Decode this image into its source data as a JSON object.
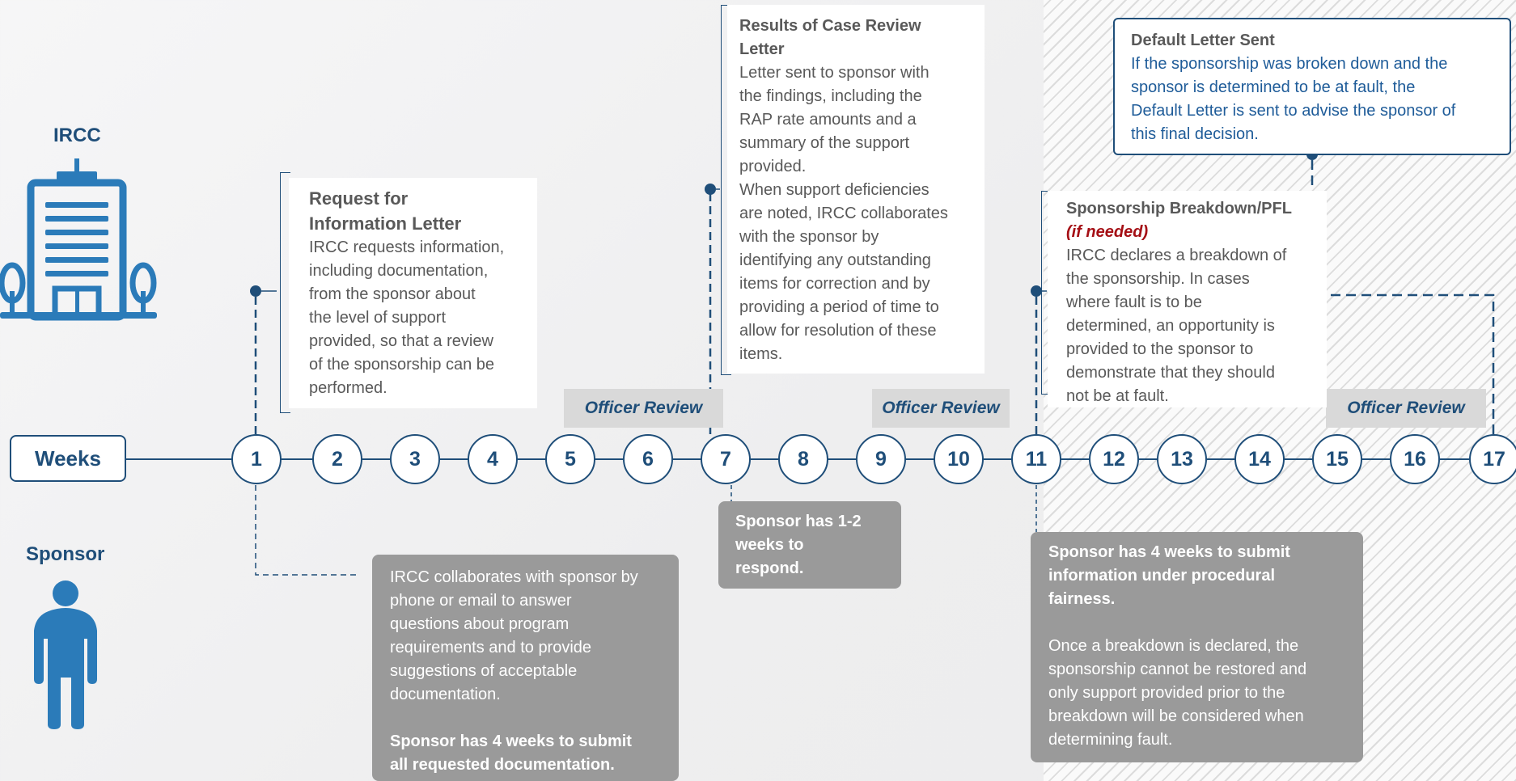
{
  "side": {
    "ircc": "IRCC",
    "sponsor": "Sponsor",
    "weeks": "Weeks"
  },
  "weeks": [
    "1",
    "2",
    "3",
    "4",
    "5",
    "6",
    "7",
    "8",
    "9",
    "10",
    "11",
    "12",
    "13",
    "14",
    "15",
    "16",
    "17"
  ],
  "officer_review": [
    "Officer Review",
    "Officer Review",
    "Officer Review"
  ],
  "rfi": {
    "title_1": "Request for",
    "title_2": "Information Letter",
    "lines": [
      "IRCC requests information,",
      "including documentation,",
      "from the sponsor about",
      "the level of support",
      "provided, so that a review",
      "of the sponsorship can be",
      "performed."
    ]
  },
  "results": {
    "title_1": "Results of Case Review",
    "title_2": "Letter",
    "lines": [
      "Letter sent to sponsor with",
      "the findings, including the",
      "RAP rate amounts and a",
      "summary of the support",
      "provided.",
      "When support deficiencies",
      "are noted, IRCC collaborates",
      "with the sponsor by",
      "identifying any outstanding",
      "items for correction and by",
      "providing a period of time to",
      "allow for resolution of these",
      "items."
    ]
  },
  "breakdown": {
    "title": "Sponsorship Breakdown/PFL",
    "subtitle": "(if needed)",
    "lines": [
      "IRCC declares a breakdown of",
      "the sponsorship. In cases",
      "where fault is to be",
      "determined, an opportunity is",
      "provided to the sponsor to",
      "demonstrate that they should",
      "not be at fault."
    ]
  },
  "default_letter": {
    "title": "Default Letter Sent",
    "lines": [
      "If the sponsorship was broken down and the",
      "sponsor is determined to be at fault, the",
      "Default Letter is sent to advise the sponsor of",
      "this final decision."
    ]
  },
  "sponsor_collab": {
    "lines": [
      "IRCC collaborates with sponsor by",
      "phone or email to answer",
      "questions about program",
      "requirements and to provide",
      "suggestions of acceptable",
      "documentation."
    ],
    "bold_lines": [
      "Sponsor has 4 weeks to submit",
      "all requested documentation."
    ]
  },
  "respond": {
    "bold_lines": [
      "Sponsor has 1-2",
      "weeks to",
      "respond."
    ]
  },
  "procedural": {
    "bold_lines": [
      "Sponsor has 4 weeks to submit",
      "information under procedural",
      "fairness."
    ],
    "lines": [
      "Once a breakdown is declared, the",
      "sponsorship cannot be restored and",
      "only support provided prior to the",
      "breakdown will be considered when",
      "determining fault."
    ]
  },
  "colors": {
    "navy": "#1f4e79",
    "icon_blue": "#2b7bb9",
    "grey_box": "#9a9a9a",
    "red": "#a50f15"
  }
}
